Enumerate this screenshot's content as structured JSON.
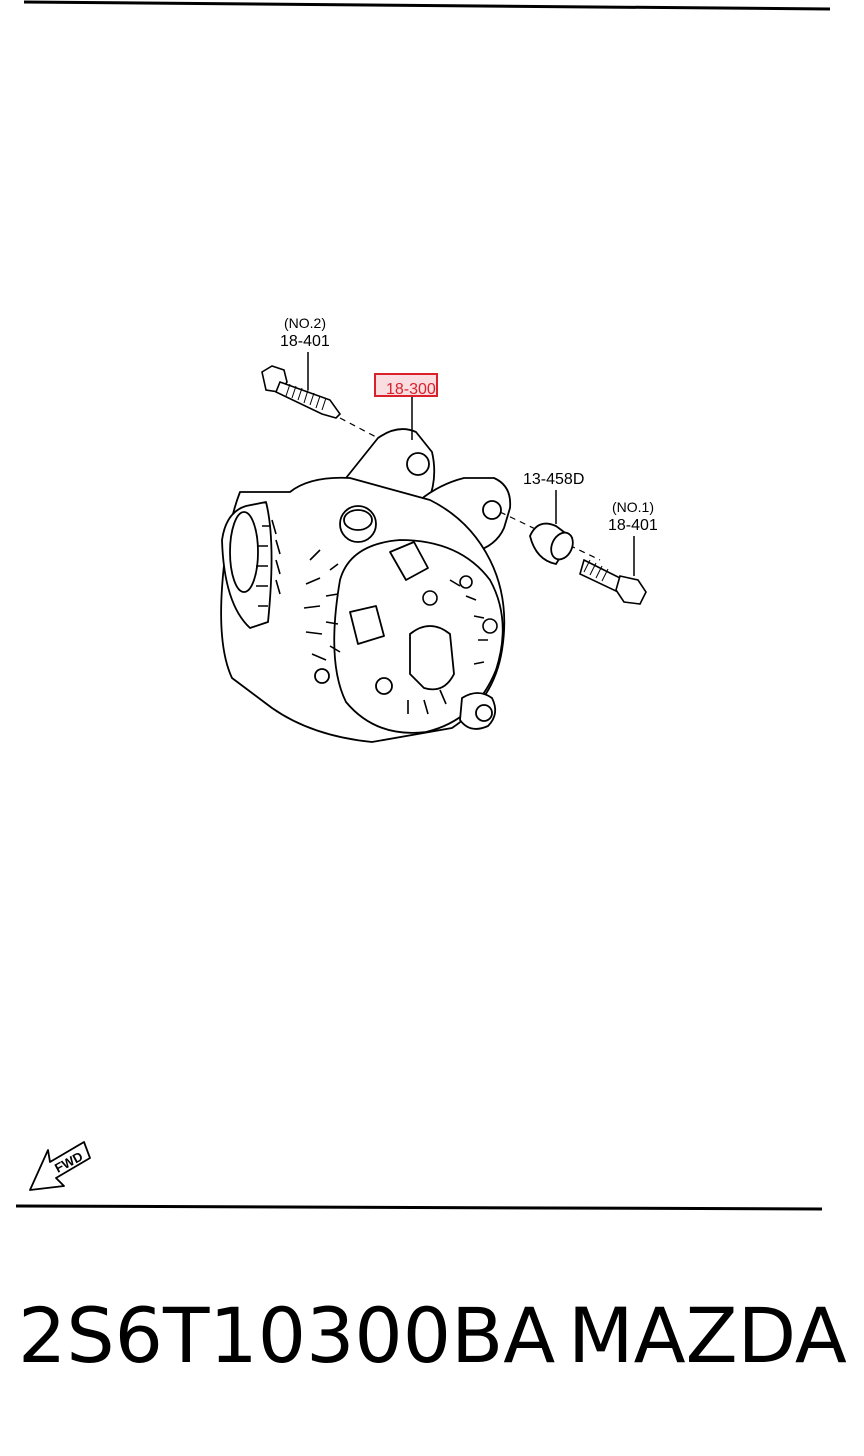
{
  "callouts": {
    "bolt_no2_qual": "(NO.2)",
    "bolt_no2_code": "18-401",
    "alternator_code": "18-300",
    "bushing_code": "13-458D",
    "bolt_no1_qual": "(NO.1)",
    "bolt_no1_code": "18-401"
  },
  "fwd_label": "FWD",
  "caption": {
    "part_number": "2S6T10300BA",
    "brand": "MAZDA"
  },
  "colors": {
    "line": "#000000",
    "highlight_border": "#d9212c",
    "highlight_fill": "#e97882"
  }
}
